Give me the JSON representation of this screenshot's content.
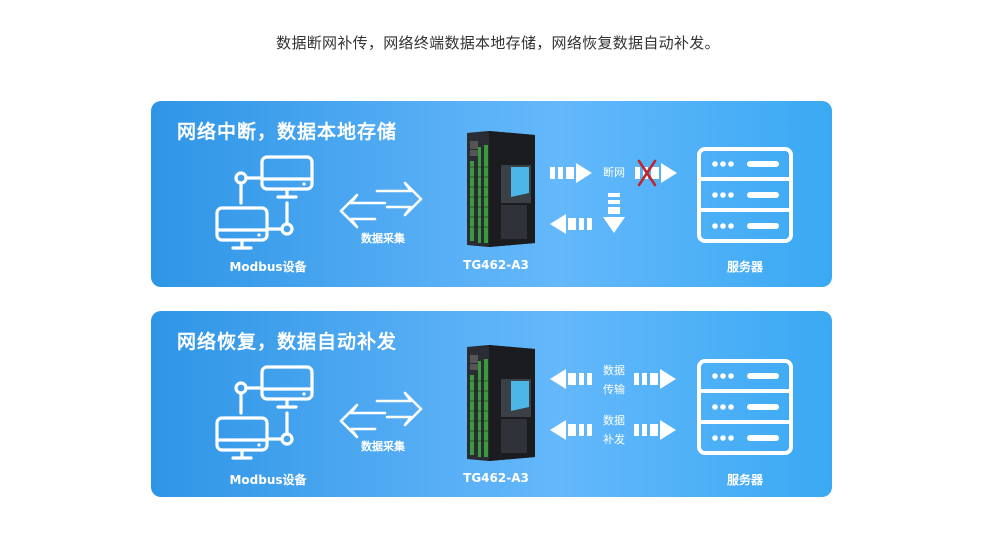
{
  "caption": "数据断网补传，网络终端数据本地存储，网络恢复数据自动补发。",
  "colors": {
    "panel_gradient_start": "#2e95e6",
    "panel_gradient_mid": "#64b8fb",
    "panel_gradient_end": "#3aa9f3",
    "icon_color": "#ffffff",
    "cross_color": "#c0262d",
    "device_body": "#1e2126",
    "terminal_green": "#3a9a3e"
  },
  "panels": [
    {
      "title": "网络中断，数据本地存储",
      "modbus_label": "Modbus设备",
      "collect_label": "数据采集",
      "gateway_label": "TG462-A3",
      "server_label": "服务器",
      "disconnect_label": "断网",
      "icons": [
        "modbus-devices-icon",
        "bidirectional-arrow-icon",
        "gateway-device",
        "dashed-arrow-right-icon",
        "blocked-arrow-icon",
        "dashed-arrow-down-icon",
        "dashed-arrow-left-icon",
        "server-icon"
      ]
    },
    {
      "title": "网络恢复，数据自动补发",
      "modbus_label": "Modbus设备",
      "collect_label": "数据采集",
      "gateway_label": "TG462-A3",
      "server_label": "服务器",
      "transfer_label_1": "数据",
      "transfer_label_2": "传输",
      "resend_label_1": "数据",
      "resend_label_2": "补发",
      "icons": [
        "modbus-devices-icon",
        "bidirectional-arrow-icon",
        "gateway-device",
        "dashed-arrow-left-icon",
        "dashed-arrow-right-icon",
        "server-icon"
      ]
    }
  ]
}
